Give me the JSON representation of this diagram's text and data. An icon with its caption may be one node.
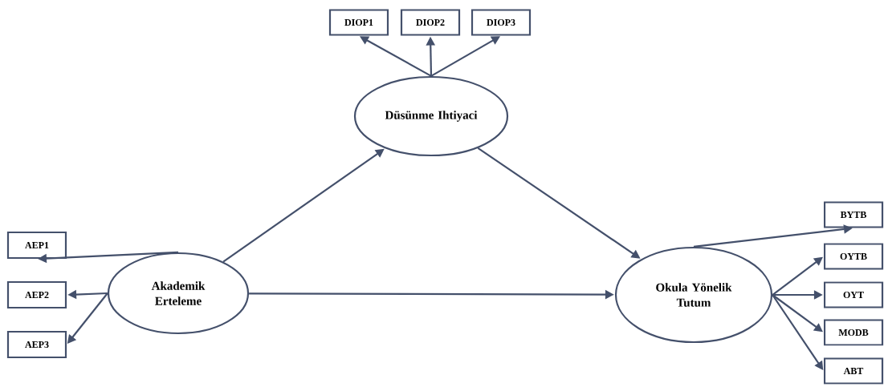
{
  "diagram": {
    "nodes": [
      {
        "text": [
          "DIOP1"
        ]
      },
      {
        "text": [
          "DIOP2"
        ]
      },
      {
        "text": [
          "DIOP3"
        ]
      },
      {
        "text": [
          "Düsünme Ihtiyaci"
        ]
      },
      {
        "text": [
          "AEP1"
        ]
      },
      {
        "text": [
          "AEP2"
        ]
      },
      {
        "text": [
          "AEP3"
        ]
      },
      {
        "text": [
          "Akademik Erteleme"
        ]
      },
      {
        "text": [
          "BYTB"
        ]
      },
      {
        "text": [
          "OYTB"
        ]
      },
      {
        "text": [
          "OYT"
        ]
      },
      {
        "text": [
          "MODB"
        ]
      },
      {
        "text": [
          "ABT"
        ]
      },
      {
        "text": [
          "Okula Yönelik Tutum"
        ]
      }
    ],
    "edges": [
      {
        "from": 3,
        "to": 0,
        "arrow": "to"
      },
      {
        "from": 3,
        "to": 1,
        "arrow": "to"
      },
      {
        "from": 3,
        "to": 2,
        "arrow": "to"
      },
      {
        "from": 7,
        "to": 4,
        "arrow": "to"
      },
      {
        "from": 7,
        "to": 5,
        "arrow": "to"
      },
      {
        "from": 7,
        "to": 6,
        "arrow": "to"
      },
      {
        "from": 7,
        "to": 3,
        "arrow": "to"
      },
      {
        "from": 3,
        "to": 13,
        "arrow": "to"
      },
      {
        "from": 7,
        "to": 13,
        "arrow": "to"
      },
      {
        "from": 13,
        "to": 8,
        "arrow": "to"
      },
      {
        "from": 13,
        "to": 9,
        "arrow": "to"
      },
      {
        "from": 13,
        "to": 10,
        "arrow": "to"
      },
      {
        "from": 13,
        "to": 11,
        "arrow": "to"
      },
      {
        "from": 13,
        "to": 12,
        "arrow": "to"
      }
    ]
  }
}
